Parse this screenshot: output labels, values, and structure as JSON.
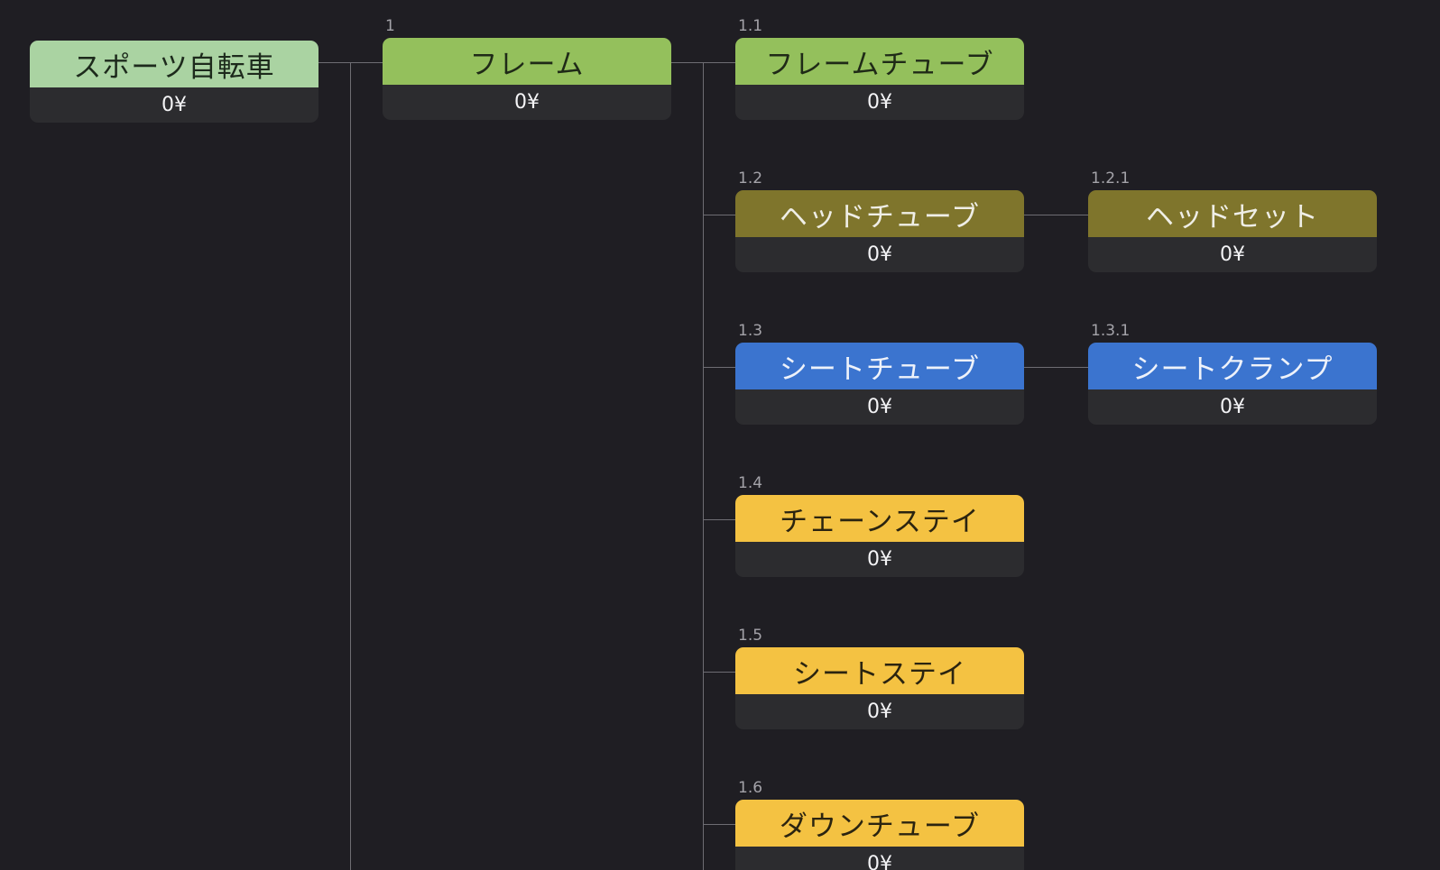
{
  "colors": {
    "background": "#1f1e23",
    "connector": "#6e6d73",
    "value_bg": "#2c2c2f",
    "root": "#aad3a2",
    "level1": "#94c05c",
    "olive": "#7f752c",
    "blue": "#3b74cf",
    "yellow": "#f4c242"
  },
  "nodes": {
    "root": {
      "id": "",
      "title": "スポーツ自転車",
      "value": "0¥"
    },
    "n1": {
      "id": "1",
      "title": "フレーム",
      "value": "0¥"
    },
    "n1_1": {
      "id": "1.1",
      "title": "フレームチューブ",
      "value": "0¥"
    },
    "n1_2": {
      "id": "1.2",
      "title": "ヘッドチューブ",
      "value": "0¥"
    },
    "n1_2_1": {
      "id": "1.2.1",
      "title": "ヘッドセット",
      "value": "0¥"
    },
    "n1_3": {
      "id": "1.3",
      "title": "シートチューブ",
      "value": "0¥"
    },
    "n1_3_1": {
      "id": "1.3.1",
      "title": "シートクランプ",
      "value": "0¥"
    },
    "n1_4": {
      "id": "1.4",
      "title": "チェーンステイ",
      "value": "0¥"
    },
    "n1_5": {
      "id": "1.5",
      "title": "シートステイ",
      "value": "0¥"
    },
    "n1_6": {
      "id": "1.6",
      "title": "ダウンチューブ",
      "value": "0¥"
    }
  }
}
